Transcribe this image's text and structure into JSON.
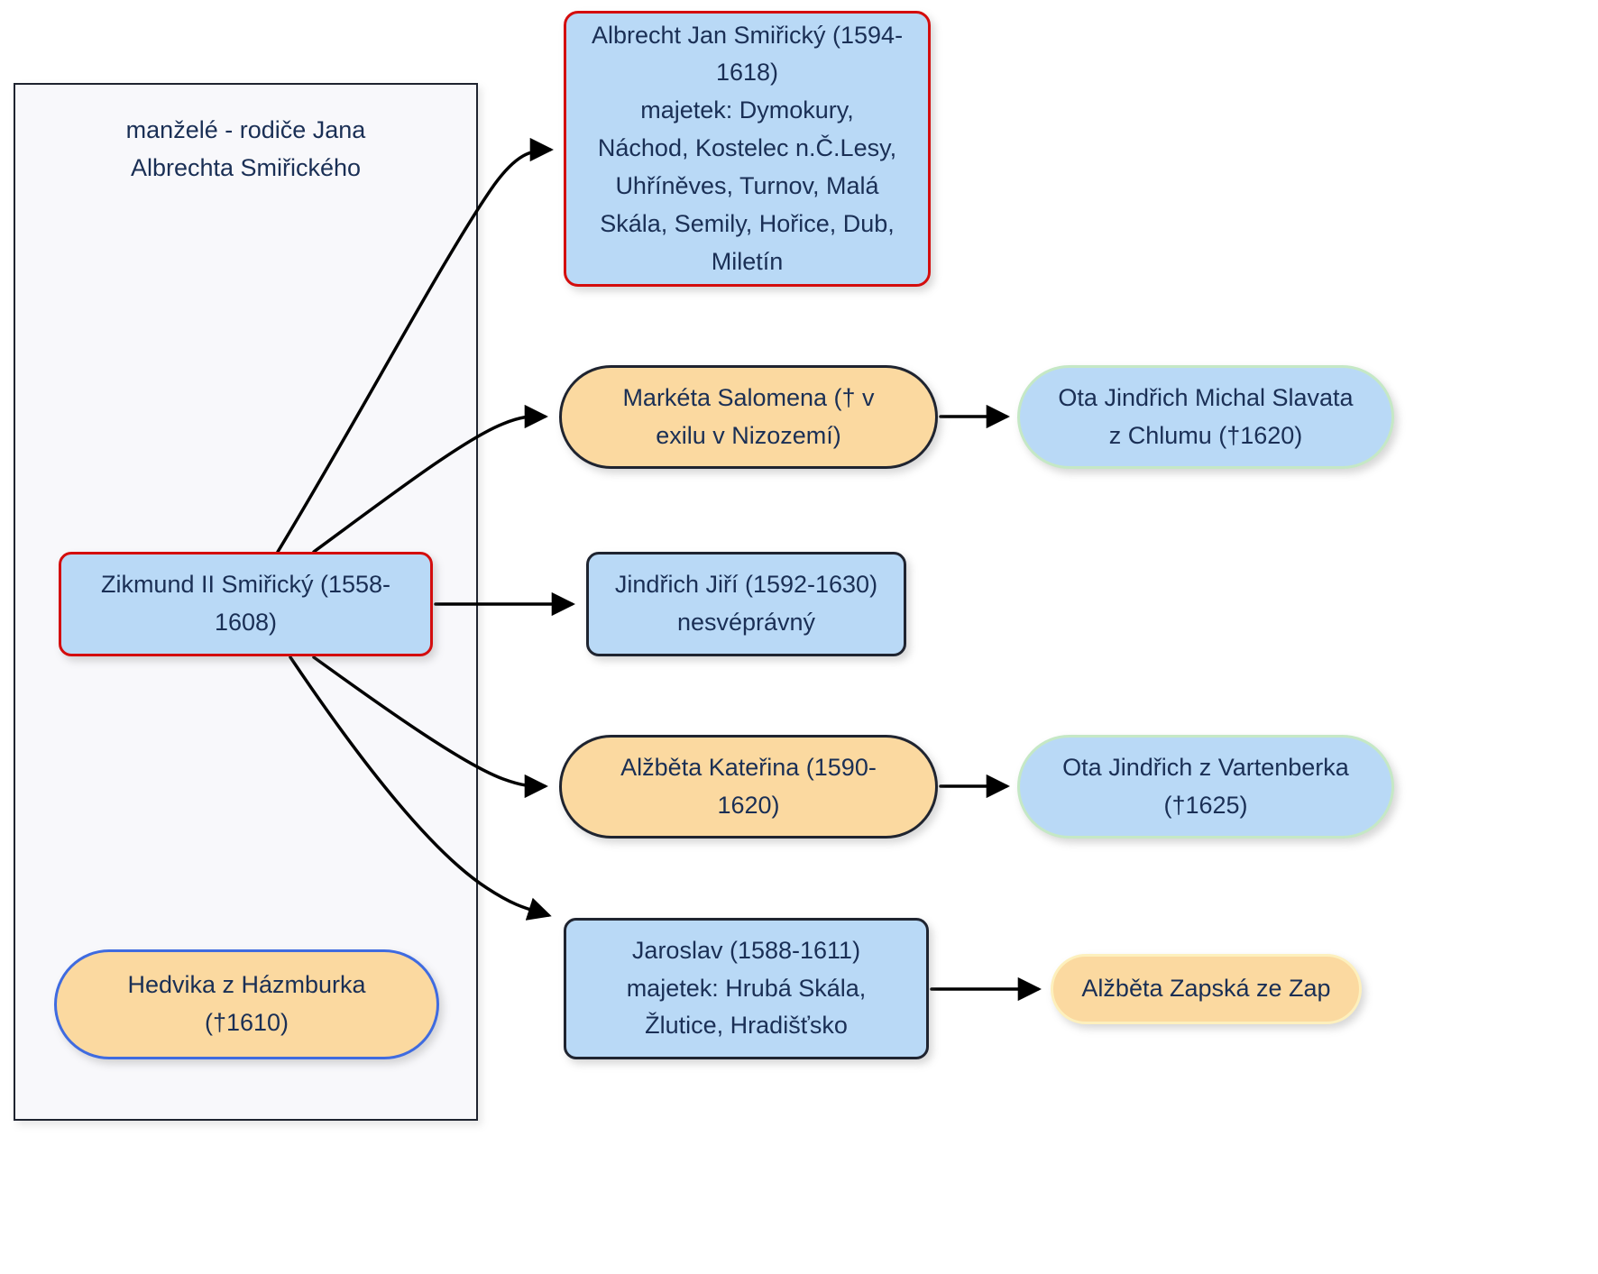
{
  "group": {
    "label": "manželé - rodiče Jana\nAlbrechta Smiřického"
  },
  "nodes": {
    "zikmund": {
      "label": "Zikmund II Smiřický (1558-\n1608)"
    },
    "hedvika": {
      "label": "Hedvika z Házmburka\n(†1610)"
    },
    "albrecht": {
      "label": "Albrecht Jan Smiřický (1594-\n1618)\nmajetek: Dymokury,\nNáchod, Kostelec n.Č.Lesy,\nUhříněves, Turnov, Malá\nSkála, Semily, Hořice, Dub,\nMiletín"
    },
    "marketa": {
      "label": "Markéta Salomena († v\nexilu v Nizozemí)"
    },
    "ota_slavata": {
      "label": "Ota Jindřich Michal Slavata\nz Chlumu (†1620)"
    },
    "jindrich_jiri": {
      "label": "Jindřich Jiří (1592-1630)\nnesvéprávný"
    },
    "alzbeta_katerina": {
      "label": "Alžběta Kateřina (1590-\n1620)"
    },
    "ota_vartenberka": {
      "label": "Ota Jindřich z Vartenberka\n(†1625)"
    },
    "jaroslav": {
      "label": "Jaroslav (1588-1611)\nmajetek: Hrubá Skála,\nŽlutice, Hradišťsko"
    },
    "alzbeta_zapska": {
      "label": "Alžběta Zapská ze Zap"
    }
  },
  "colors": {
    "node_blue_fill": "#b9d9f6",
    "node_orange_fill": "#fbd9a0",
    "border_red": "#d40d0d",
    "border_dark": "#1f2430",
    "border_blue": "#3f6be0",
    "border_green": "#c5e8c5",
    "border_yellow": "#fdf0bd",
    "group_fill": "#f8f8fb",
    "arrow": "#000000",
    "text": "#1a2f55"
  }
}
